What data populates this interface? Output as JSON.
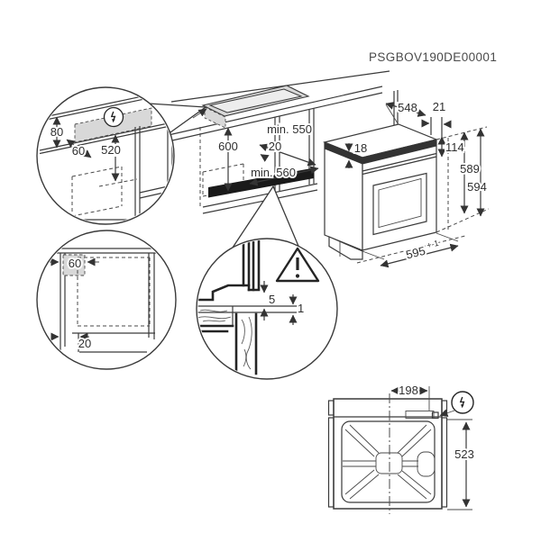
{
  "doc_code": "PSGBOV190DE00001",
  "colors": {
    "line": "#3a3a3a",
    "shaded": "#d8d8d8",
    "plinth": "#1a1a1a",
    "background": "#ffffff",
    "text": "#2f2f2f"
  },
  "icons": {
    "electrical": "lightning-icon",
    "caution": "warning-icon"
  },
  "main": {
    "dim_height": "600",
    "dim_depth": "min. 550",
    "dim_offset": "20",
    "dim_width": "min. 560"
  },
  "oven": {
    "dim_depth": "548",
    "dim_back_gap": "21",
    "dim_top": "18",
    "dim_panel": "114",
    "dim_height_niche": "589",
    "dim_height_total": "594",
    "dim_width": "595",
    "dim_width_tol": "+-1"
  },
  "detail_electrical": {
    "dim_height": "80",
    "dim_gap": "60",
    "dim_drop": "520"
  },
  "detail_front": {
    "dim_box": "60",
    "dim_plinth": "20"
  },
  "detail_gap": {
    "dim_upper": "5",
    "dim_lower": "1"
  },
  "back_view": {
    "dim_offset": "198",
    "dim_height": "523"
  }
}
